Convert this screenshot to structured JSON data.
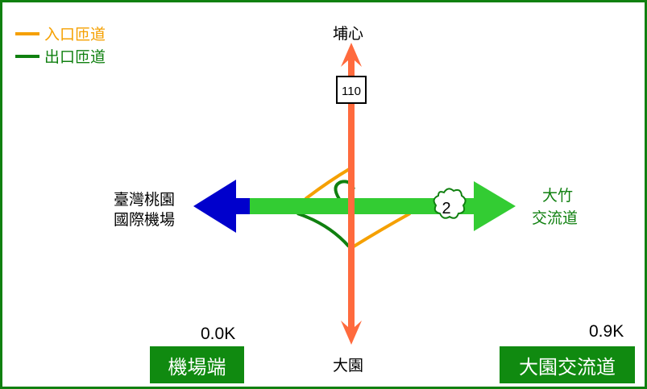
{
  "legend": [
    {
      "label": "入口匝道",
      "color": "#f5a000"
    },
    {
      "label": "出口匝道",
      "color": "#108010"
    }
  ],
  "directions": {
    "north": "埔心",
    "south": "大園",
    "west_line1": "臺灣桃園",
    "west_line2": "國際機場",
    "east_line1": "大竹",
    "east_line2": "交流道"
  },
  "route_shields": {
    "provincial": "110",
    "national": "2"
  },
  "mileposts": [
    {
      "km": "0.0K",
      "name": "機場端"
    },
    {
      "km": "0.9K",
      "name": "大園交流道"
    }
  ],
  "colors": {
    "north_south": "#ff6a3d",
    "east": "#33cc33",
    "west": "#0000cc",
    "entry": "#f5a000",
    "exit": "#108010"
  }
}
